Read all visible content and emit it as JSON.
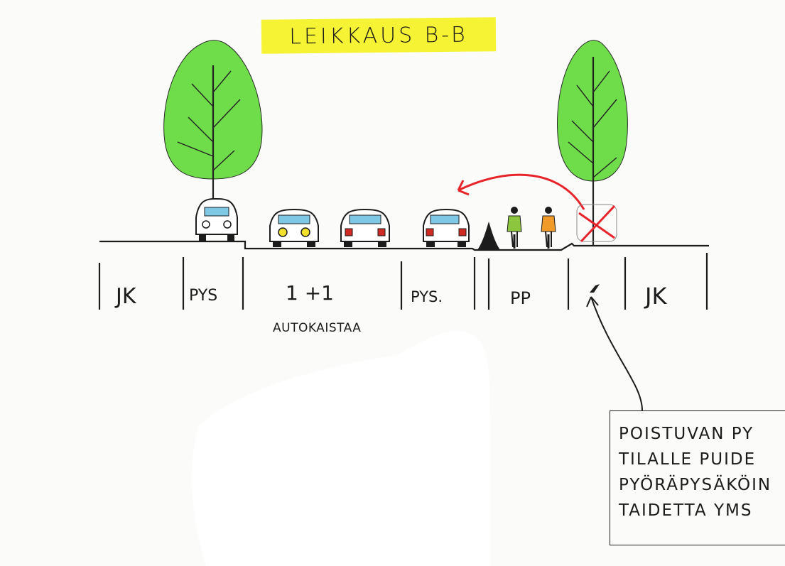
{
  "title": "LEIKKAUS B-B",
  "lanes": [
    {
      "id": "jk-left",
      "label": "JK"
    },
    {
      "id": "pys-left",
      "label": "PYS"
    },
    {
      "id": "traffic",
      "label": "1 +1",
      "sublabel": "AUTOKAISTAA"
    },
    {
      "id": "pys-right",
      "label": "PYS."
    },
    {
      "id": "pp",
      "label": "PP"
    },
    {
      "id": "jk-right",
      "label": "JK"
    }
  ],
  "note": {
    "lines": [
      "POISTUVAN PY",
      "TILALLE PUIDE",
      "PYÖRÄPYSÄKÖIN",
      "TAIDETTA YMS"
    ]
  },
  "colors": {
    "highlight": "#f6f335",
    "tree_foliage": "#6fdc4a",
    "arrow": "#e8242b",
    "cross": "#e8242b",
    "car_window": "#7ec8e6",
    "yellow_lights": "#f3e02a",
    "red_lights": "#cf2a24",
    "cyclist_green": "#8cc63f",
    "cyclist_orange": "#f09a2a"
  }
}
